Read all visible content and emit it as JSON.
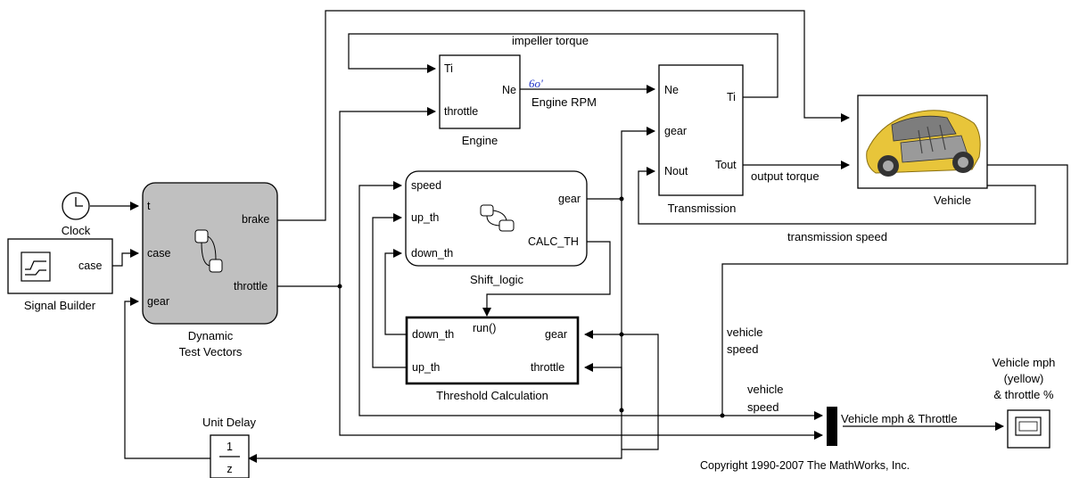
{
  "blocks": {
    "engine": {
      "name": "Engine",
      "in1": "Ti",
      "in2": "throttle",
      "out1": "Ne"
    },
    "transmission": {
      "name": "Transmission",
      "in1": "Ne",
      "in2": "gear",
      "in3": "Nout",
      "out1": "Ti",
      "out2": "Tout"
    },
    "vehicle": {
      "name": "Vehicle"
    },
    "clock": {
      "name": "Clock"
    },
    "signal_builder": {
      "name": "Signal Builder",
      "out1": "case"
    },
    "test_vectors": {
      "name_line1": "Dynamic",
      "name_line2": "Test Vectors",
      "in1": "t",
      "in2": "case",
      "in3": "gear",
      "out1": "brake",
      "out2": "throttle"
    },
    "shift_logic": {
      "name": "Shift_logic",
      "in1": "speed",
      "in2": "up_th",
      "in3": "down_th",
      "out1": "gear",
      "out2": "CALC_TH"
    },
    "threshold": {
      "name": "Threshold Calculation",
      "trigger": "run()",
      "in1": "gear",
      "in2": "throttle",
      "out1": "down_th",
      "out2": "up_th"
    },
    "unit_delay": {
      "name": "Unit Delay",
      "num": "1",
      "den": "z"
    },
    "scope": {
      "line1": "Vehicle mph",
      "line2": "(yellow)",
      "line3": "& throttle %"
    }
  },
  "signals": {
    "impeller_torque": "impeller torque",
    "engine_rpm": "Engine RPM",
    "output_torque": "output torque",
    "transmission_speed": "transmission speed",
    "vehicle_speed_1_line1": "vehicle",
    "vehicle_speed_1_line2": "speed",
    "vehicle_speed_2_line1": "vehicle",
    "vehicle_speed_2_line2": "speed",
    "mux_out": "Vehicle mph & Throttle",
    "rpm_icon": "6o'"
  },
  "copyright": "Copyright 1990-2007 The MathWorks, Inc.",
  "colors": {
    "test_vectors_fill": "#c0c0c0",
    "car_body": "#e8c53a",
    "rpm_icon": "#1f33c8"
  }
}
